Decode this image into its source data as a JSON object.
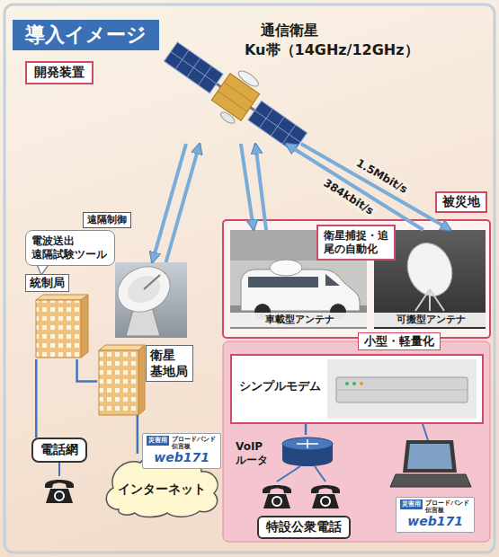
{
  "diagram": {
    "title": "導入イメージ",
    "nodes": [
      {
        "text": [
          "開発装置"
        ]
      },
      {
        "text": [
          "通信衛星",
          "Ku帯（14GHz/12GHz）"
        ]
      },
      {
        "text": [
          "電波送出 遠隔試験ツール"
        ]
      },
      {
        "text": [
          "遠隔制御"
        ]
      },
      {
        "text": [
          "統制局"
        ]
      },
      {
        "text": [
          "衛星 基地局"
        ]
      },
      {
        "text": [
          "電話網"
        ]
      },
      {
        "text": [
          "インターネット"
        ]
      },
      {
        "text": [
          "災害用",
          "ブロードバンド 伝言板",
          "web171"
        ]
      },
      {
        "text": [
          "被災地"
        ]
      },
      {
        "text": [
          "車載型アンテナ"
        ],
        "in": 9
      },
      {
        "text": [
          "可搬型アンテナ"
        ],
        "in": 9
      },
      {
        "text": [
          "衛星捕捉・追尾の自動化"
        ],
        "in": 9
      },
      {
        "text": [
          "小型・軽量化"
        ],
        "in": 9
      },
      {
        "text": [
          "シンプルモデム"
        ],
        "in": 9
      },
      {
        "text": [
          "VoIP ルータ"
        ],
        "in": 9
      },
      {
        "text": [
          "特設公衆電話"
        ],
        "in": 9
      },
      {
        "text": [
          "災害用",
          "ブロードバンド 伝言板",
          "web171"
        ],
        "in": 9
      }
    ],
    "edges": [
      {
        "from": 1,
        "to": 5,
        "arrow": "to"
      },
      {
        "from": 5,
        "to": 1,
        "arrow": "to"
      },
      {
        "from": 1,
        "to": 10,
        "arrow": "to"
      },
      {
        "from": 10,
        "to": 1,
        "arrow": "to"
      },
      {
        "from": 1,
        "to": 11,
        "arrow": "to",
        "label": "1.5Mbit/s"
      },
      {
        "from": 11,
        "to": 1,
        "arrow": "to",
        "label": "384kbit/s"
      },
      {
        "from": 4,
        "to": 5,
        "arrow": "none"
      },
      {
        "from": 4,
        "to": 6,
        "arrow": "none"
      },
      {
        "from": 5,
        "to": 7,
        "arrow": "none"
      },
      {
        "from": 14,
        "to": 15,
        "arrow": "none"
      }
    ]
  }
}
